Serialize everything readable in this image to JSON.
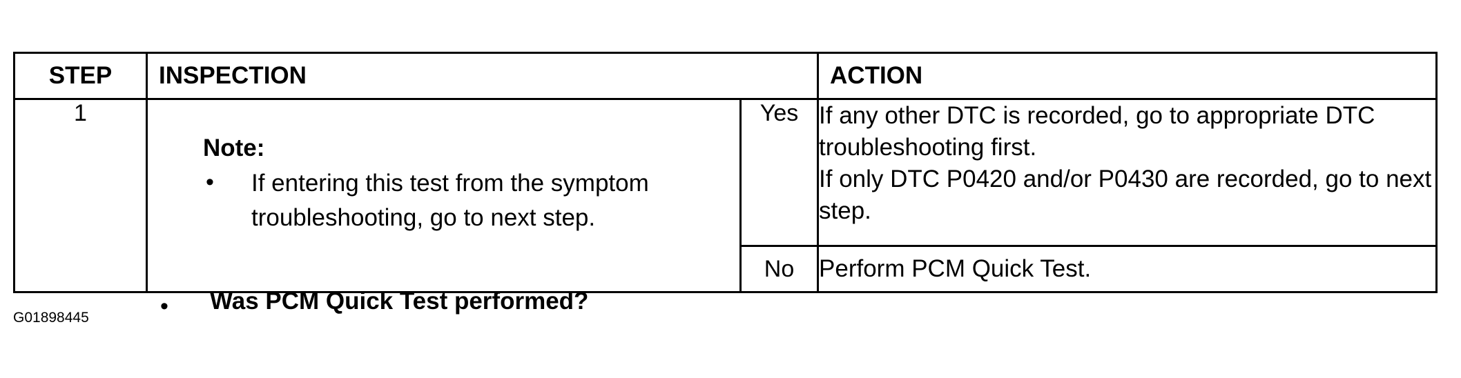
{
  "table": {
    "headers": {
      "step": "STEP",
      "inspection": "INSPECTION",
      "action": "ACTION"
    },
    "rows": [
      {
        "step": "1",
        "note_title": "Note:",
        "note_bullet": "•",
        "note_text": "If entering this test from the symptom troubleshooting, go to next step.",
        "question_bullet": "•",
        "question": "Was PCM Quick Test performed?",
        "yes_label": "Yes",
        "yes_action": [
          "If any other DTC is recorded, go to appropriate DTC troubleshooting first.",
          "If only DTC P0420 and/or P0430 are recorded, go to next step."
        ],
        "no_label": "No",
        "no_action": "Perform PCM Quick Test."
      }
    ]
  },
  "figure_id": "G01898445"
}
